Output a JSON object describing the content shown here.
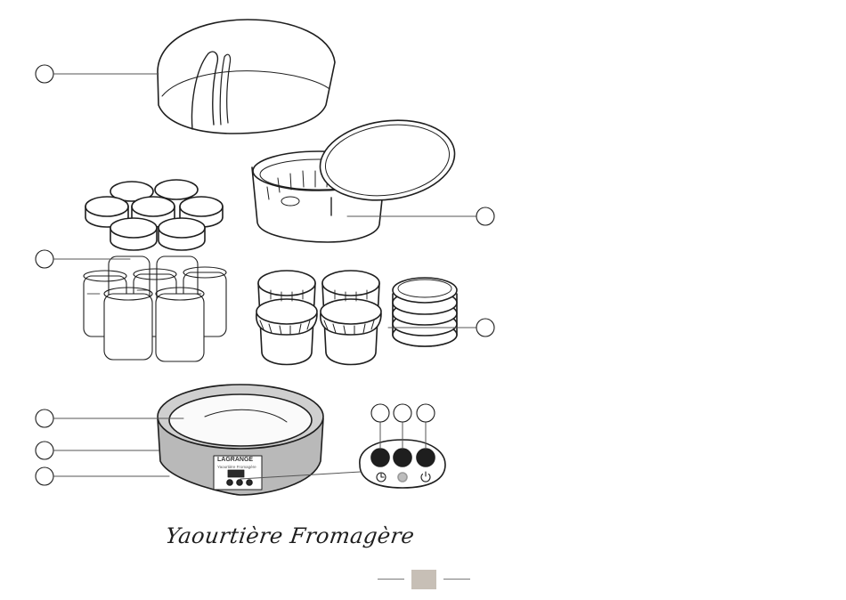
{
  "caption": "Yaourtière Fromagère",
  "brand_label": "LAGRANGE",
  "model_label": "Yaourtière Fromagère",
  "colors": {
    "line": "#1e1e1e",
    "leader": "#555555",
    "steel": "#9a9a9a",
    "page_marker": "#c7bfb6"
  },
  "callouts": [
    {
      "id": "lid",
      "label": ""
    },
    {
      "id": "yogurt-pots",
      "label": ""
    },
    {
      "id": "base-tray",
      "label": ""
    },
    {
      "id": "base-housing",
      "label": ""
    },
    {
      "id": "control-panel",
      "label": ""
    },
    {
      "id": "cheese-basket",
      "label": ""
    },
    {
      "id": "cheese-moulds",
      "label": ""
    },
    {
      "id": "timer-button",
      "label": ""
    },
    {
      "id": "middle-button",
      "label": ""
    },
    {
      "id": "power-button",
      "label": ""
    }
  ]
}
